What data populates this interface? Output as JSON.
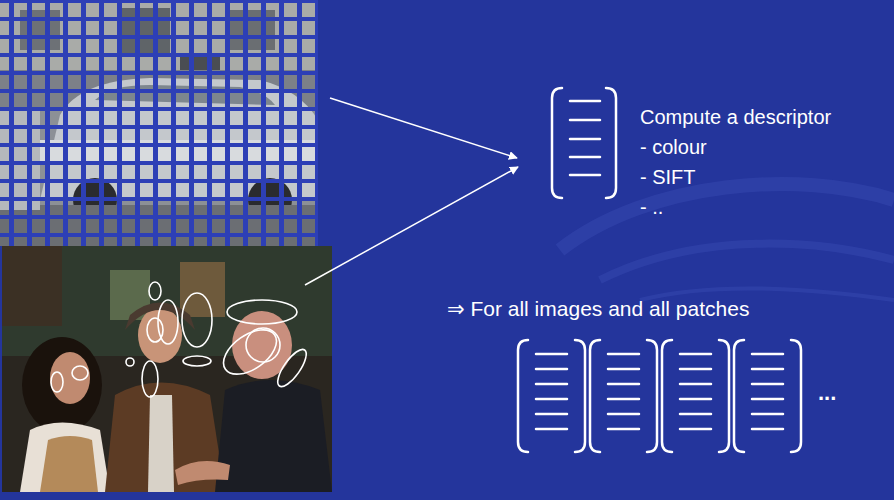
{
  "diagram": {
    "labels": [
      "Compute a descriptor",
      "- colour",
      "- SIFT",
      "- ..",
      "⇒ For all images and all patches",
      "..."
    ]
  }
}
